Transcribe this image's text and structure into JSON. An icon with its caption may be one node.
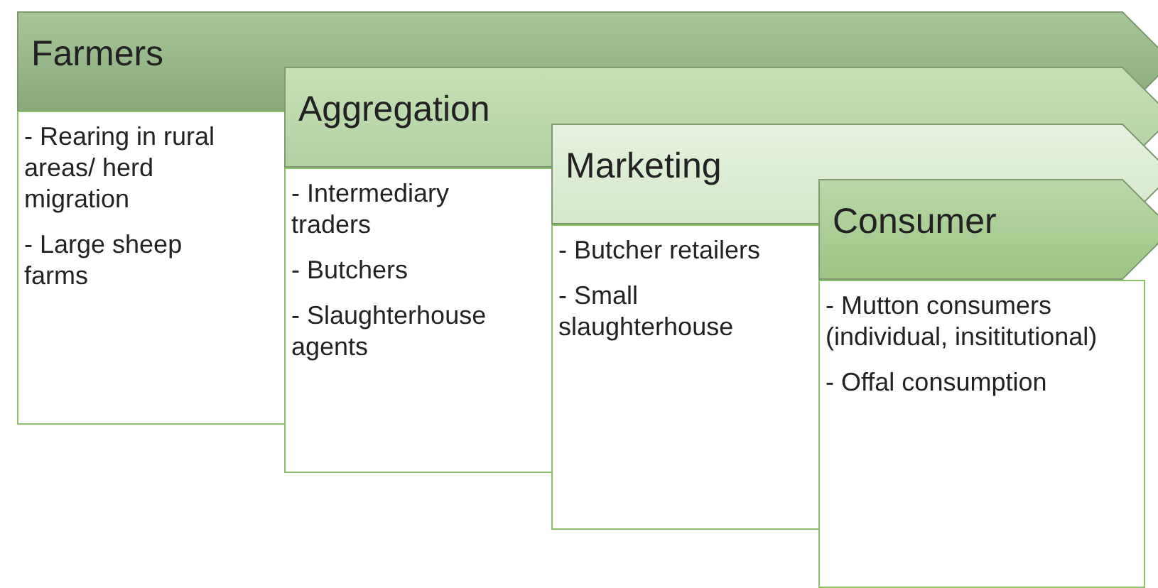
{
  "diagram": {
    "nodes": [
      {
        "text": [
          "Farmers"
        ]
      },
      {
        "text": [
          "- Rearing in rural areas/ herd migration",
          "- Large sheep farms"
        ]
      },
      {
        "text": [
          "Aggregation"
        ]
      },
      {
        "text": [
          "- Intermediary traders",
          "- Butchers",
          "- Slaughterhouse agents"
        ]
      },
      {
        "text": [
          "Marketing"
        ]
      },
      {
        "text": [
          "- Butcher retailers",
          "- Small slaughterhouse"
        ]
      },
      {
        "text": [
          "Consumer"
        ]
      },
      {
        "text": [
          "- Mutton consumers (individual, insititutional)",
          "- Offal consumption"
        ]
      }
    ]
  }
}
